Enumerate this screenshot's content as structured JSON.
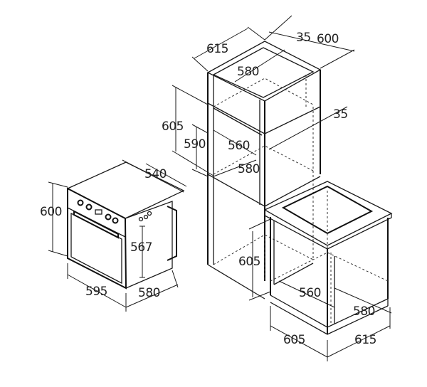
{
  "diagram": {
    "oven": {
      "height": "600",
      "width": "595",
      "depth": "580",
      "top_depth": "540",
      "inner_height": "567"
    },
    "tall_cabinet": {
      "depth_top": "615",
      "offset_top": "35",
      "width_top": "600",
      "niche_depth_top": "580",
      "niche_height": "605",
      "oven_height": "590",
      "niche_depth": "560",
      "niche_depth_lower": "580",
      "vent_gap": "35"
    },
    "under_counter": {
      "niche_height": "605",
      "niche_depth": "560",
      "niche_depth_lower": "580",
      "width": "605",
      "depth": "615"
    }
  }
}
